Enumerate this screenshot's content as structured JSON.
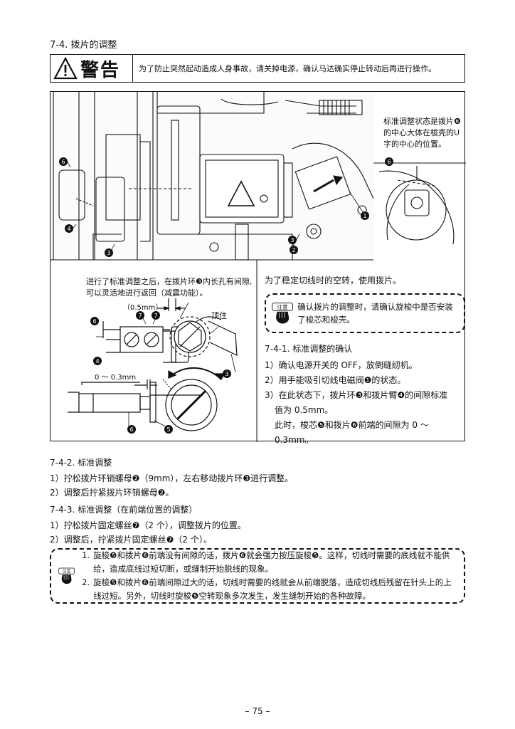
{
  "section_title": "7-4. 拨片的调整",
  "warning": {
    "label": "警告",
    "text": "为了防止突然起动造成人身事故，请关掉电源，确认马达确实停止转动后再进行操作。"
  },
  "figure": {
    "standard_note": "标准调整状态是拨片❻的中心大体在梭壳的U字的中心的位置。",
    "left_note": "进行了标准调整之后，在拨片环❸内长孔有间隙,可以灵活地进行返回（减震功能）。",
    "gap_label": "（0.5mm）",
    "top_label": "顶住",
    "range_label": "0 ～ 0.3mm",
    "callouts": [
      "1",
      "2",
      "3",
      "4",
      "5",
      "6",
      "7"
    ]
  },
  "intro": "为了稳定切线时的空转，使用拨片。",
  "caution1": {
    "label": "注意",
    "text": "确认拨片的调整时，请确认旋梭中是否安装了梭芯和梭壳。"
  },
  "sec_7_4_1": {
    "title": "7-4-1. 标准调整的确认",
    "steps": [
      "1）确认电源开关的 OFF，放倒缝纫机。",
      "2）用手能吸引切线电磁阀❶的状态。",
      "3）在此状态下，拨片环❸和拨片臂❹的间隙标准"
    ],
    "step3_cont1": "值为 0.5mm。",
    "step3_cont2": "此时，梭芯❺和拨片❻前端的间隙为 0 ～ 0.3mm。"
  },
  "sec_7_4_2": {
    "title": "7-4-2. 标准调整",
    "steps": [
      "1）拧松拨片环销螺母❷（9mm），左右移动拨片环❸进行调整。",
      "2）调整后拧紧拨片环销螺母❷。"
    ]
  },
  "sec_7_4_3": {
    "title": "7-4-3. 标准调整（在前端位置的调整）",
    "steps": [
      "1）拧松拨片固定螺丝❼（2 个），调整拨片的位置。",
      "2）调整后，拧紧拨片固定螺丝❼（2 个）。"
    ]
  },
  "caution2": {
    "label": "注意",
    "items": [
      {
        "num": "1.",
        "text": "旋梭❺和拨片❻前端没有间隙的话，拨片❻就会强力按压旋梭❺。这样，切线时需要的底线就不能供给，造成底线过短切断，或缝制开始脱线的现象。"
      },
      {
        "num": "2.",
        "text": "旋梭❺和拨片❻前端间隙过大的话，切线时需要的线就会从前端脱落，造成切线后残留在针头上的上线过短。另外，切线时旋梭❺空转现象多次发生，发生缝制开始的各种故障。"
      }
    ]
  },
  "page_number": "– 75 –"
}
